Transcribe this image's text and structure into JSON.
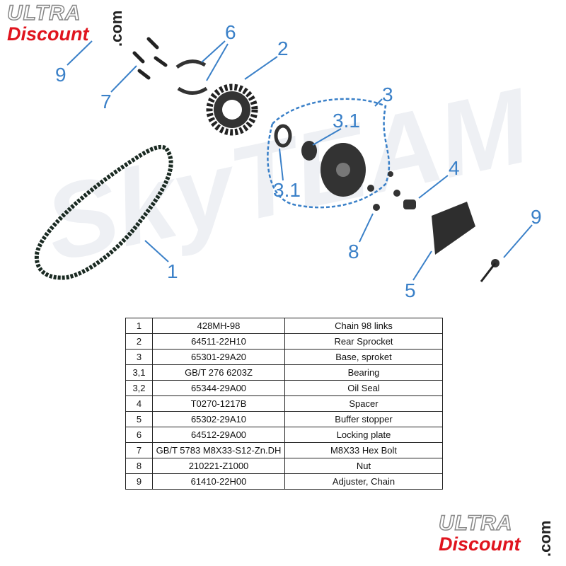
{
  "logo_top": {
    "ultra": "ULTRA",
    "discount": "Discount",
    "com": ".com"
  },
  "logo_bottom": {
    "ultra": "ULTRA",
    "discount": "Discount",
    "com": ".com"
  },
  "watermark": "SkyTEAM",
  "callouts": {
    "c9a": "9",
    "c7": "7",
    "c6": "6",
    "c2": "2",
    "c3": "3",
    "c31a": "3.1",
    "c31b": "3.1",
    "c4": "4",
    "c9b": "9",
    "c5": "5",
    "c8": "8",
    "c1": "1"
  },
  "parts": [
    [
      "1",
      "428MH-98",
      "Chain  98 links"
    ],
    [
      "2",
      "64511-22H10",
      "Rear Sprocket"
    ],
    [
      "3",
      "65301-29A20",
      "Base, sproket"
    ],
    [
      "3,1",
      "GB/T 276 6203Z",
      "Bearing"
    ],
    [
      "3,2",
      "65344-29A00",
      "Oil Seal"
    ],
    [
      "4",
      "T0270-1217B",
      "Spacer"
    ],
    [
      "5",
      "65302-29A10",
      "Buffer stopper"
    ],
    [
      "6",
      "64512-29A00",
      "Locking plate"
    ],
    [
      "7",
      "GB/T 5783 M8X33-S12-Zn.DH",
      "M8X33 Hex Bolt"
    ],
    [
      "8",
      "210221-Z1000",
      "Nut"
    ],
    [
      "9",
      "61410-22H00",
      "Adjuster, Chain"
    ]
  ],
  "colors": {
    "callout": "#3a80c8",
    "logo_red": "#e0141e"
  }
}
